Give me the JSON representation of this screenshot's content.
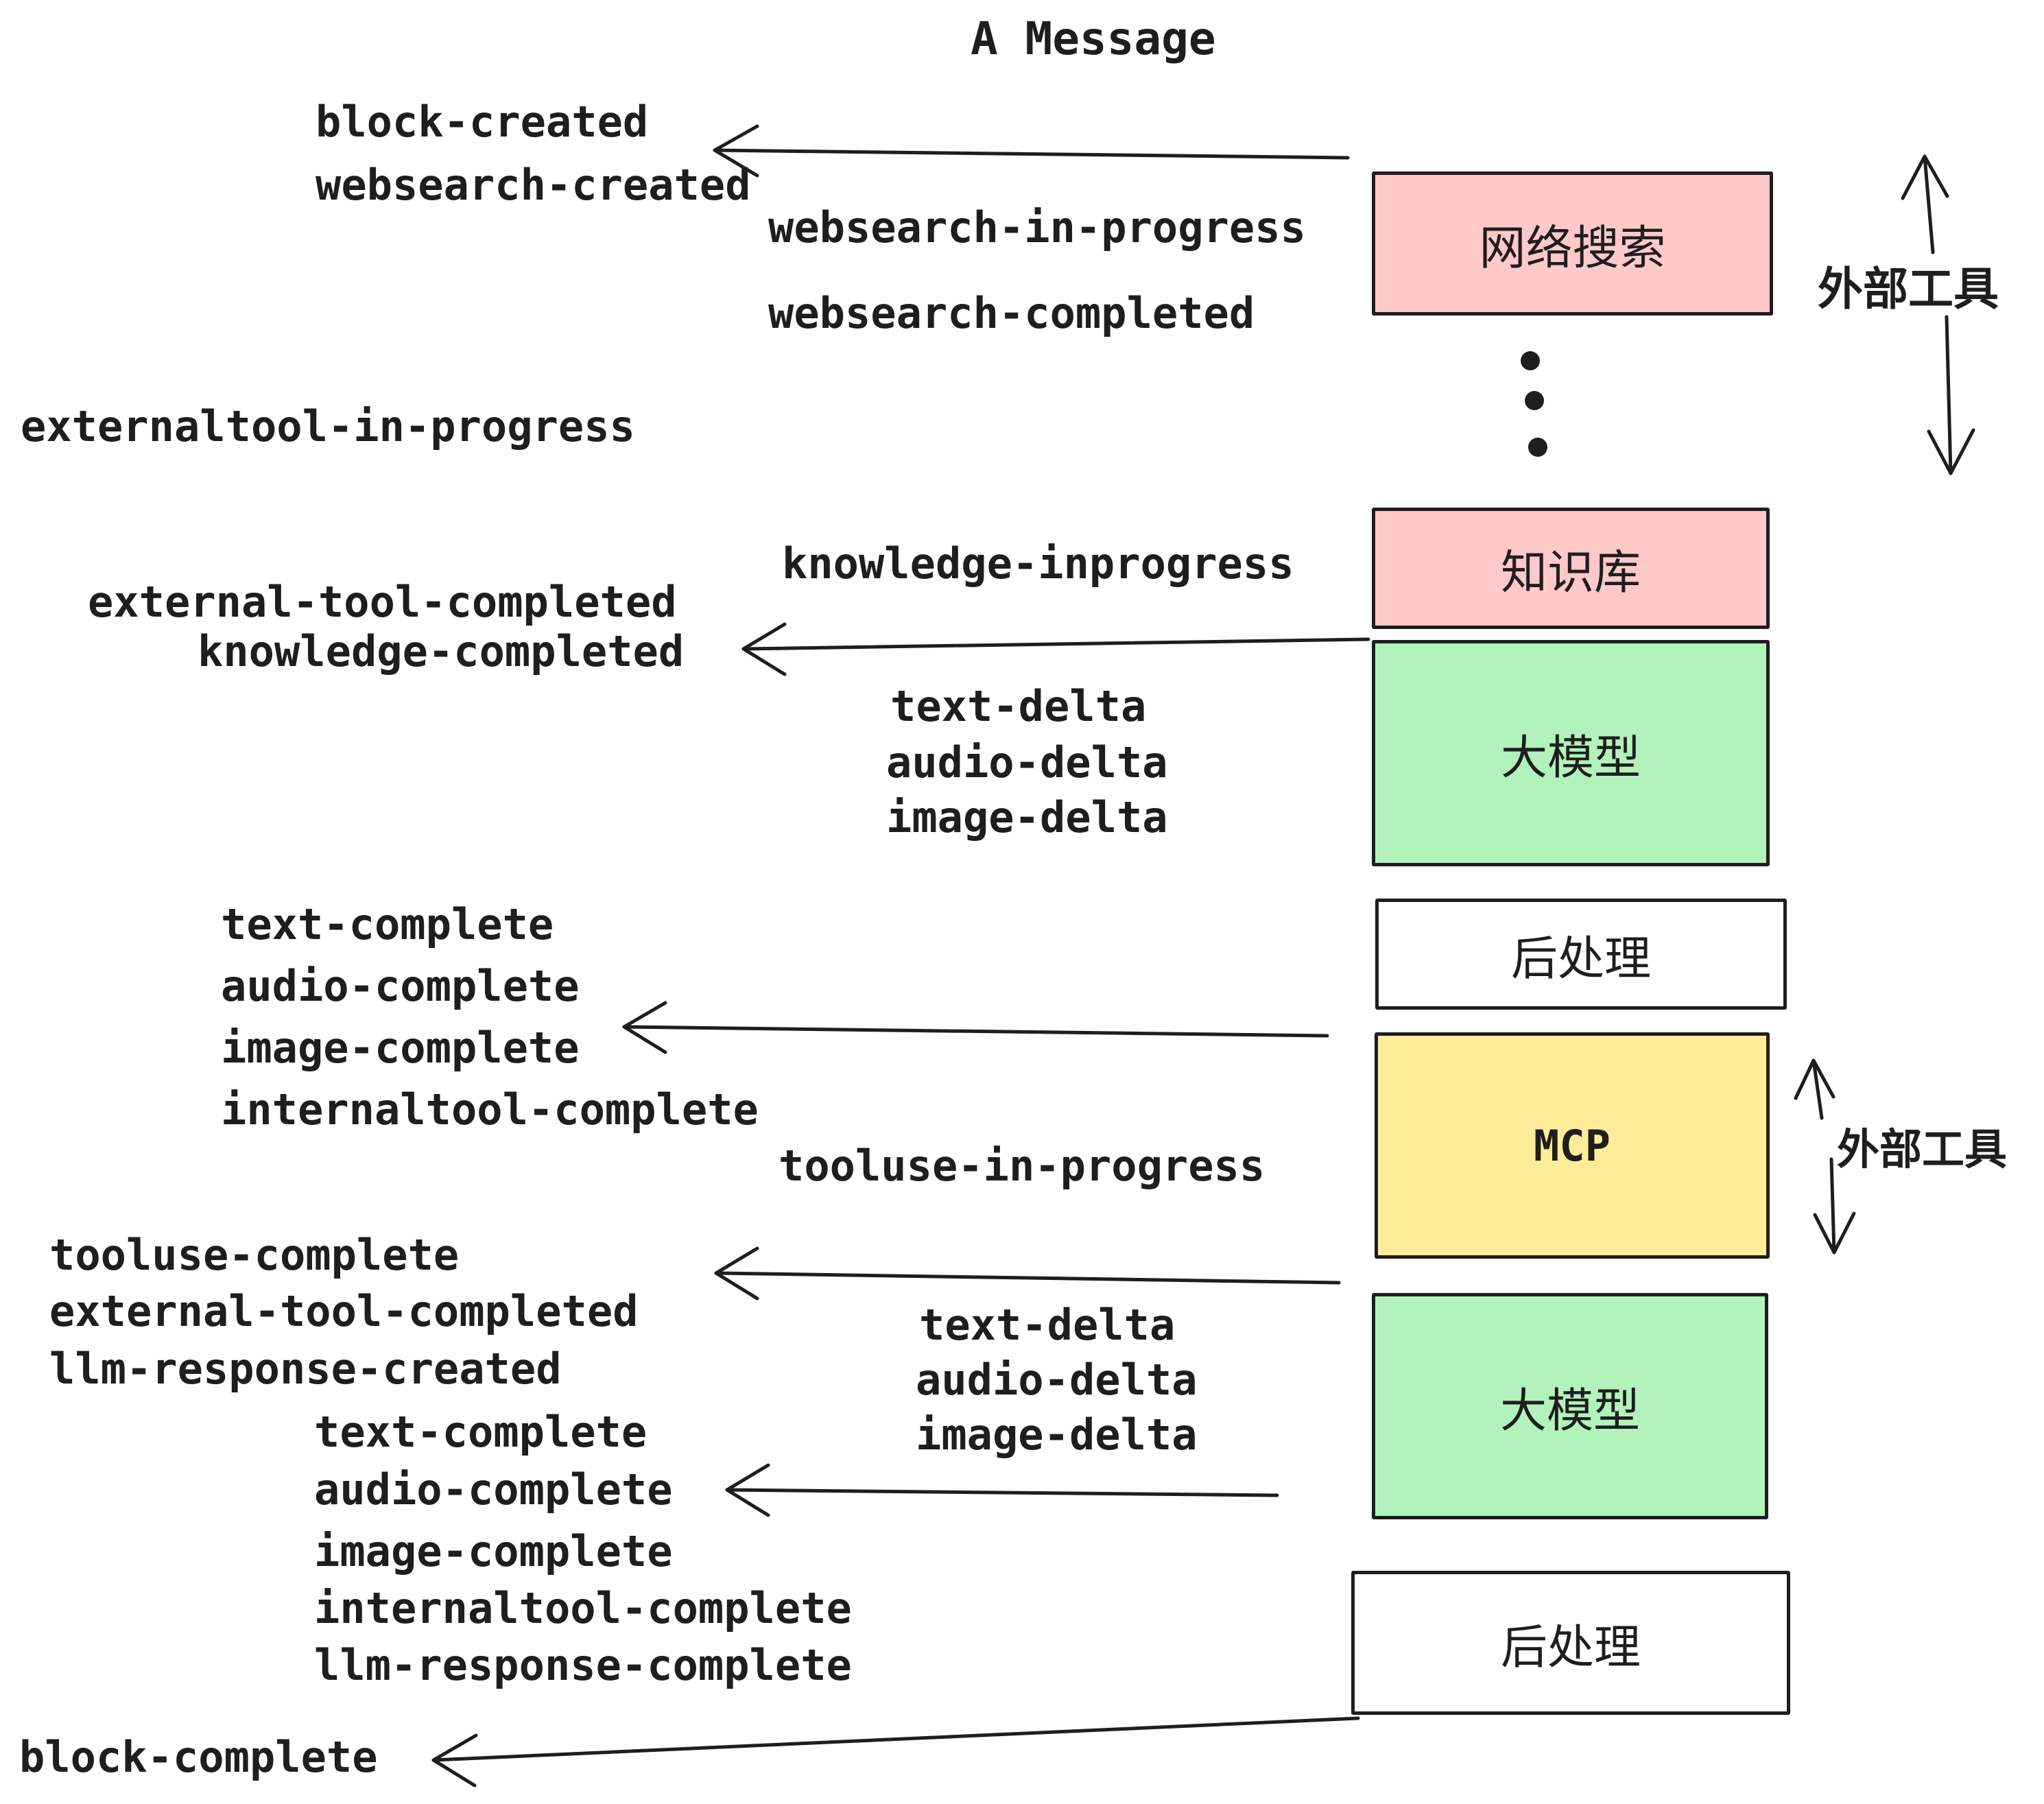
{
  "title": "A Message",
  "colors": {
    "ink": "#1e1e1e",
    "pink": "#ffc9c9",
    "green": "#b2f2bb",
    "yellow": "#ffec99",
    "white": "#ffffff"
  },
  "boxes": {
    "websearch": {
      "label": "网络搜索",
      "color": "#ffc9c9"
    },
    "knowledge": {
      "label": "知识库",
      "color": "#ffc9c9"
    },
    "llm1": {
      "label": "大模型",
      "color": "#b2f2bb"
    },
    "post1": {
      "label": "后处理",
      "color": "#ffffff"
    },
    "mcp": {
      "label": "MCP",
      "color": "#ffec99"
    },
    "llm2": {
      "label": "大模型",
      "color": "#b2f2bb"
    },
    "post2": {
      "label": "后处理",
      "color": "#ffffff"
    }
  },
  "annotations": {
    "external_tools_top": "外部工具",
    "external_tools_mcp": "外部工具"
  },
  "events": {
    "block_created": "block-created",
    "websearch_created": "websearch-created",
    "websearch_in_progress": "websearch-in-progress",
    "websearch_completed": "websearch-completed",
    "externaltool_in_progress": "externaltool-in-progress",
    "knowledge_inprogress": "knowledge-inprogress",
    "external_tool_completed_1": "external-tool-completed",
    "knowledge_completed": "knowledge-completed",
    "text_delta_1": "text-delta",
    "audio_delta_1": "audio-delta",
    "image_delta_1": "image-delta",
    "text_complete_1": "text-complete",
    "audio_complete_1": "audio-complete",
    "image_complete_1": "image-complete",
    "internaltool_complete_1": "internaltool-complete",
    "tooluse_in_progress": "tooluse-in-progress",
    "tooluse_complete": "tooluse-complete",
    "external_tool_completed_2": "external-tool-completed",
    "llm_response_created": "llm-response-created",
    "text_delta_2": "text-delta",
    "audio_delta_2": "audio-delta",
    "image_delta_2": "image-delta",
    "text_complete_2": "text-complete",
    "audio_complete_2": "audio-complete",
    "image_complete_2": "image-complete",
    "internaltool_complete_2": "internaltool-complete",
    "llm_response_complete": "llm-response-complete",
    "block_complete": "block-complete"
  }
}
